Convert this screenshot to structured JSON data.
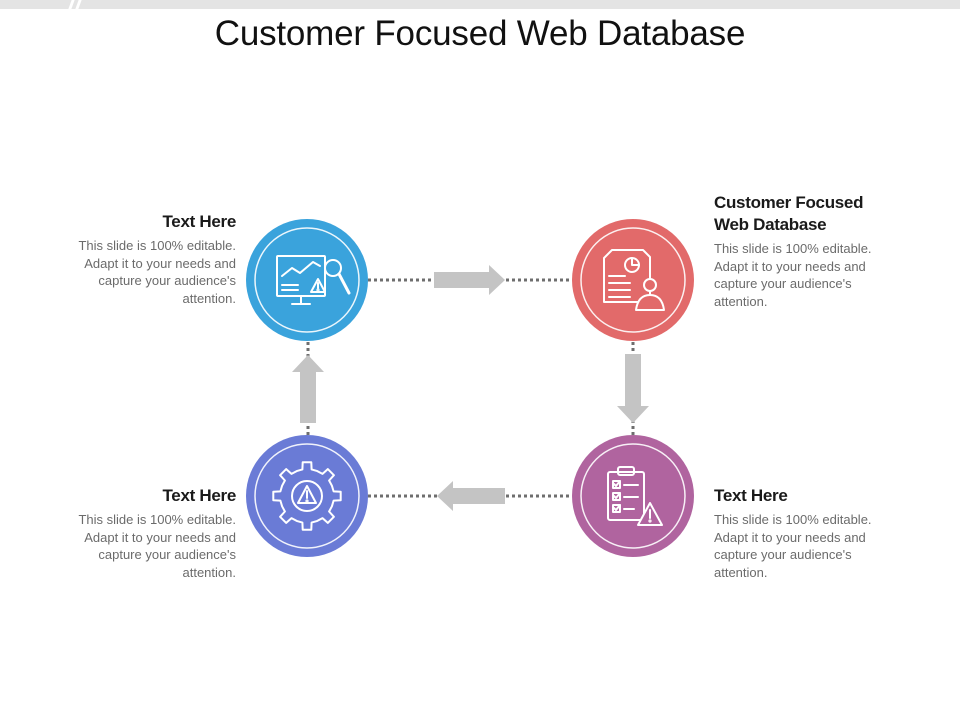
{
  "title": "Customer Focused Web Database",
  "steps": [
    {
      "heading": "Text Here",
      "body": "This slide is 100% editable. Adapt it to your needs and capture your audience's attention.",
      "color": "#3aa3dc",
      "icon": "monitor-chart-warning-icon"
    },
    {
      "heading": "Customer Focused Web Database",
      "body": "This slide is 100% editable. Adapt it to your needs and capture your audience's attention.",
      "color": "#e26a6a",
      "icon": "report-user-icon"
    },
    {
      "heading": "Text Here",
      "body": "This slide is 100% editable. Adapt it to your needs and capture your audience's attention.",
      "color": "#b0649f",
      "icon": "checklist-warning-icon"
    },
    {
      "heading": "Text Here",
      "body": "This slide is 100% editable. Adapt it to your needs and capture your audience's attention.",
      "color": "#6a7bd6",
      "icon": "gear-warning-icon"
    }
  ],
  "arrow_color": "#c4c4c4",
  "connector_color": "#6e6e6e"
}
